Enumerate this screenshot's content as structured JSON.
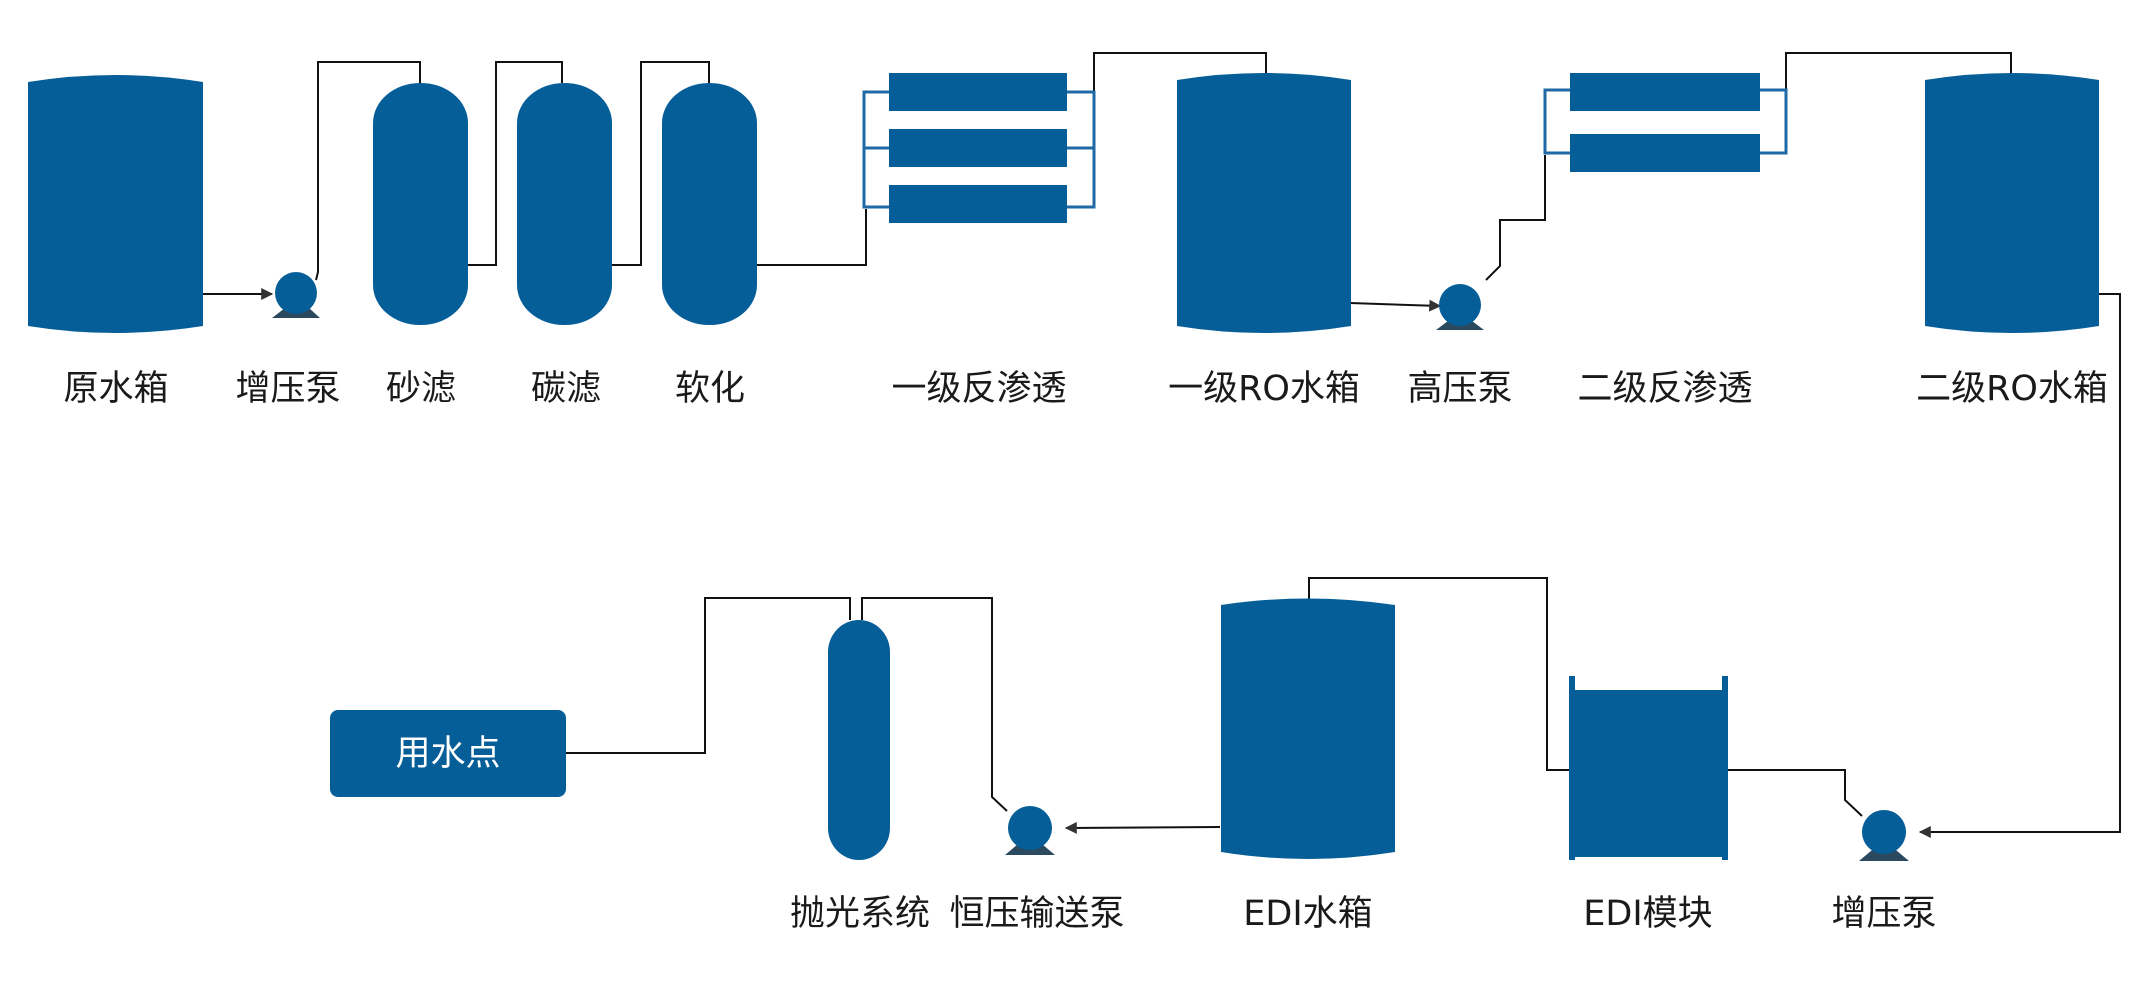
{
  "colors": {
    "equipment": "#065e98",
    "pipe": "#111111",
    "rack": "#1f6aa6",
    "pump_base": "#2b4a5f",
    "label": "#1a1a1a"
  },
  "labels": {
    "raw_tank": "原水箱",
    "booster_pump_1": "增压泵",
    "sand_filter": "砂滤",
    "carbon_filter": "碳滤",
    "softener": "软化",
    "ro1": "一级反渗透",
    "ro1_tank": "一级RO水箱",
    "hp_pump": "高压泵",
    "ro2": "二级反渗透",
    "ro2_tank": "二级RO水箱",
    "booster_pump_2": "增压泵",
    "edi_module": "EDI模块",
    "edi_tank": "EDI水箱",
    "const_pump": "恒压输送泵",
    "polishing": "抛光系统",
    "use_point": "用水点"
  }
}
